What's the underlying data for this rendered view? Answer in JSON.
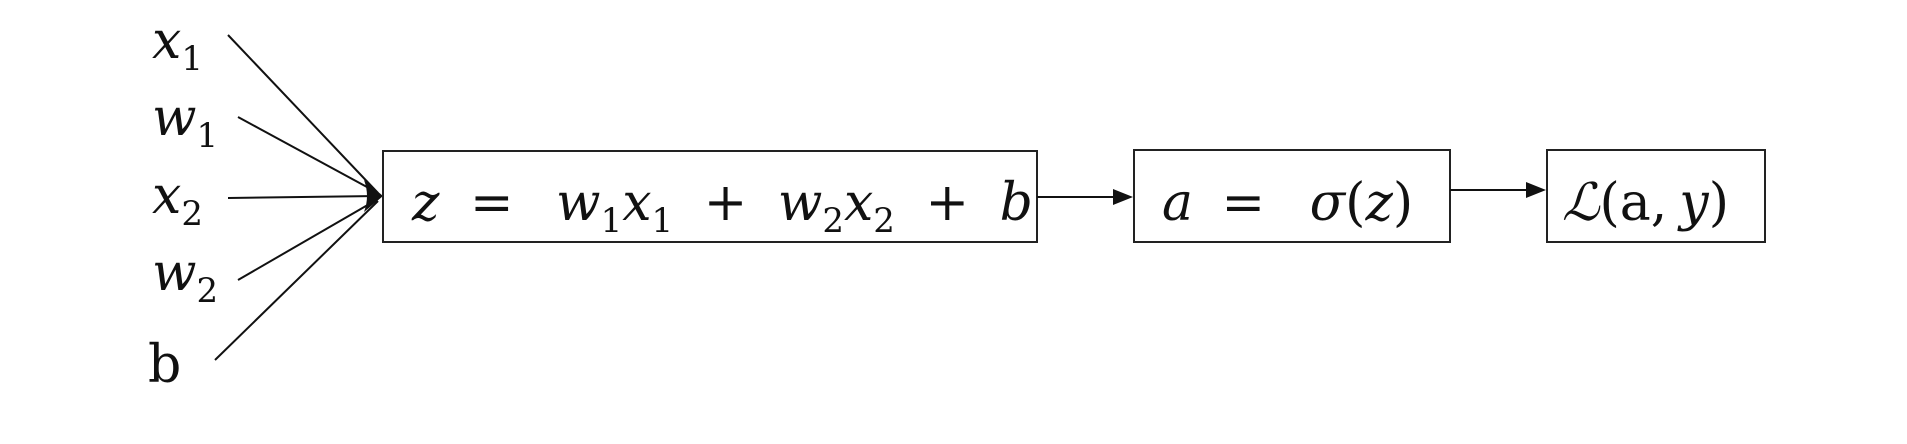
{
  "inputs": [
    {
      "id": "x1",
      "base": "x",
      "sub": "1"
    },
    {
      "id": "w1",
      "base": "w",
      "sub": "1"
    },
    {
      "id": "x2",
      "base": "x",
      "sub": "2"
    },
    {
      "id": "w2",
      "base": "w",
      "sub": "2"
    },
    {
      "id": "b",
      "base": "b",
      "sub": ""
    }
  ],
  "nodes": {
    "linear": {
      "lhs": "z",
      "eq": "=",
      "t1": "w",
      "t1_sub": "1",
      "t2": "x",
      "t2_sub": "1",
      "plus1": "+",
      "t3": "w",
      "t3_sub": "2",
      "t4": "x",
      "t4_sub": "2",
      "plus2": "+",
      "t5": "b"
    },
    "activation": {
      "lhs": "a",
      "eq": "=",
      "func": "σ",
      "open": "(",
      "arg": "z",
      "close": ")"
    },
    "loss": {
      "func": "ℒ",
      "open": "(",
      "arg1": "a",
      "comma": ",",
      "arg2": "y",
      "close": ")"
    }
  }
}
